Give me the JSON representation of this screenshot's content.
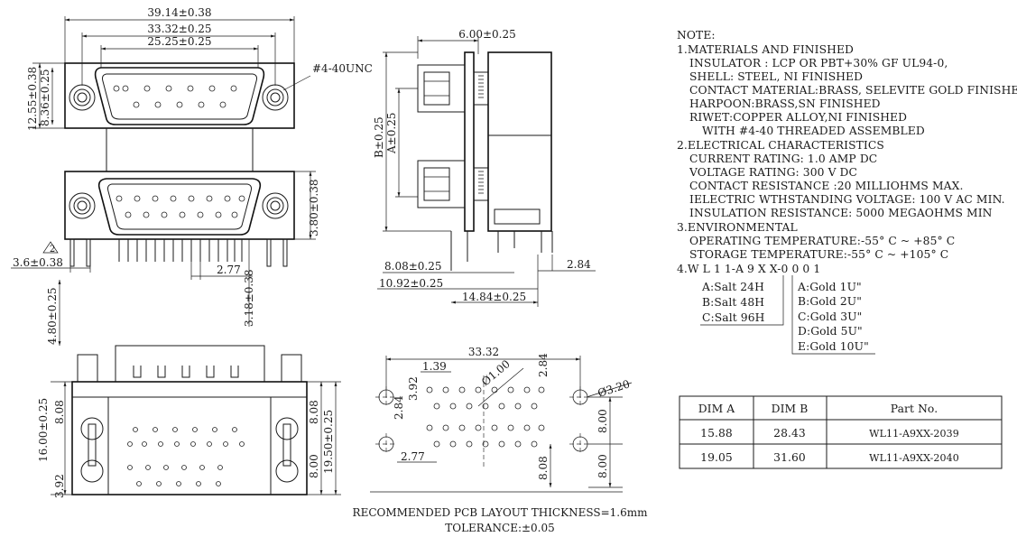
{
  "front_view": {
    "dim_overall": "39.14±0.38",
    "dim_mid": "33.32±0.25",
    "dim_inner": "25.25±0.25",
    "thread_label": "#4-40UNC",
    "dim_v1": "12.55±0.38",
    "dim_v2": "8.36±0.25",
    "dim_v3": "3.80±0.38",
    "dim_v4": "3.18±0.38",
    "dim_tri": "2",
    "dim_pitch": "2.77",
    "dim_bottom_left": "3.6±0.38"
  },
  "side_view": {
    "dim_top": "6.00±0.25",
    "dim_b": "B±0.25",
    "dim_a": "A±0.25",
    "dim_1": "8.08±0.25",
    "dim_2": "10.92±0.25",
    "dim_3": "14.84±0.25",
    "dim_4": "2.84"
  },
  "bottom_view": {
    "dim_height": "4.80±0.25",
    "dim_16": "16.00±0.25",
    "dim_808": "8.08",
    "dim_392": "3.92",
    "dim_808r": "8.08",
    "dim_800r": "8.00",
    "dim_1950": "19.50±0.25"
  },
  "pcb_layout": {
    "dim_width": "33.32",
    "dim_139": "1.39",
    "dim_392": "3.92",
    "dim_284": "2.84",
    "dim_284b": "2.84",
    "dim_hole_small": "Ø1.00",
    "dim_hole_big": "Ø3.20",
    "dim_277": "2.77",
    "dim_800a": "8.00",
    "dim_800b": "8.00",
    "dim_808": "8.08",
    "caption_1": "RECOMMENDED PCB LAYOUT THICKNESS=1.6mm",
    "caption_2": "TOLERANCE:±0.05"
  },
  "notes": {
    "header": "NOTE:",
    "lines": [
      "1.MATERIALS AND FINISHED",
      "  INSULATOR : LCP OR PBT+30% GF UL94-0,",
      "  SHELL: STEEL, NI FINISHED",
      "  CONTACT MATERIAL:BRASS, SELEVITE GOLD FINISHED",
      "  HARPOON:BRASS,SN FINISHED",
      "  RIWET:COPPER ALLOY,NI FINISHED",
      "    WITH #4-40 THREADED ASSEMBLED",
      "2.ELECTRICAL CHARACTERISTICS",
      "  CURRENT RATING: 1.0 AMP DC",
      "  VOLTAGE RATING: 300 V DC",
      "  CONTACT RESISTANCE :20 MILLIOHMS MAX.",
      "  IELECTRIC WTHSTANDING VOLTAGE: 100 V AC MIN.",
      "  INSULATION RESISTANCE: 5000 MEGAOHMS MIN",
      "3.ENVIRONMENTAL",
      "  OPERATING TEMPERATURE:-55° C ~ +85° C",
      "  STORAGE TEMPERATURE:-55° C ~ +105° C",
      "4.W L 1 1-A 9 X X-0 0 0 1"
    ],
    "salt_options": [
      "A:Salt 24H",
      "B:Salt 48H",
      "C:Salt 96H"
    ],
    "gold_options": [
      "A:Gold 1U\"",
      "B:Gold 2U\"",
      "C:Gold 3U\"",
      "D:Gold 5U\"",
      "E:Gold 10U\""
    ]
  },
  "table": {
    "headers": [
      "DIM A",
      "DIM B",
      "Part  No."
    ],
    "rows": [
      [
        "15.88",
        "28.43",
        "WL11-A9XX-2039"
      ],
      [
        "19.05",
        "31.60",
        "WL11-A9XX-2040"
      ]
    ]
  }
}
